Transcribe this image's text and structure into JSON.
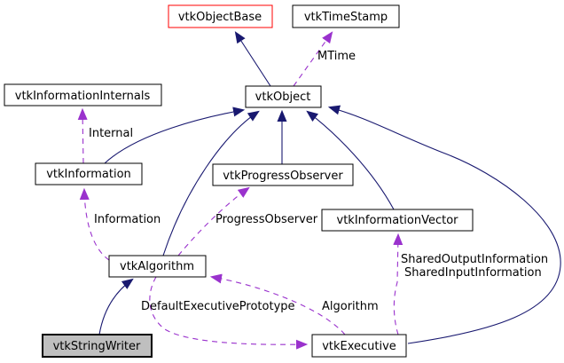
{
  "diagram": {
    "kind": "class-collaboration-graph",
    "nodes": [
      {
        "id": "vtkObjectBase",
        "label": "vtkObjectBase",
        "style": "highlight"
      },
      {
        "id": "vtkTimeStamp",
        "label": "vtkTimeStamp",
        "style": "normal"
      },
      {
        "id": "vtkInformationInternals",
        "label": "vtkInformationInternals",
        "style": "normal"
      },
      {
        "id": "vtkObject",
        "label": "vtkObject",
        "style": "normal"
      },
      {
        "id": "vtkInformation",
        "label": "vtkInformation",
        "style": "normal"
      },
      {
        "id": "vtkProgressObserver",
        "label": "vtkProgressObserver",
        "style": "normal"
      },
      {
        "id": "vtkInformationVector",
        "label": "vtkInformationVector",
        "style": "normal"
      },
      {
        "id": "vtkAlgorithm",
        "label": "vtkAlgorithm",
        "style": "normal"
      },
      {
        "id": "vtkStringWriter",
        "label": "vtkStringWriter",
        "style": "current"
      },
      {
        "id": "vtkExecutive",
        "label": "vtkExecutive",
        "style": "normal"
      }
    ],
    "edge_labels": {
      "mtime": "MTime",
      "internal": "Internal",
      "information": "Information",
      "progress_observer": "ProgressObserver",
      "shared_output_information": "SharedOutputInformation",
      "shared_input_information": "SharedInputInformation",
      "default_executive_prototype": "DefaultExecutivePrototype",
      "algorithm": "Algorithm"
    },
    "colors": {
      "inheritance-edge": "#191970",
      "usage-edge": "#9a32cd",
      "highlight-border": "#ff0000",
      "node-border": "#000000",
      "node-fill": "#ffffff",
      "current-node-fill": "#bfbfbf",
      "background": "#ffffff",
      "text": "#000000"
    }
  }
}
